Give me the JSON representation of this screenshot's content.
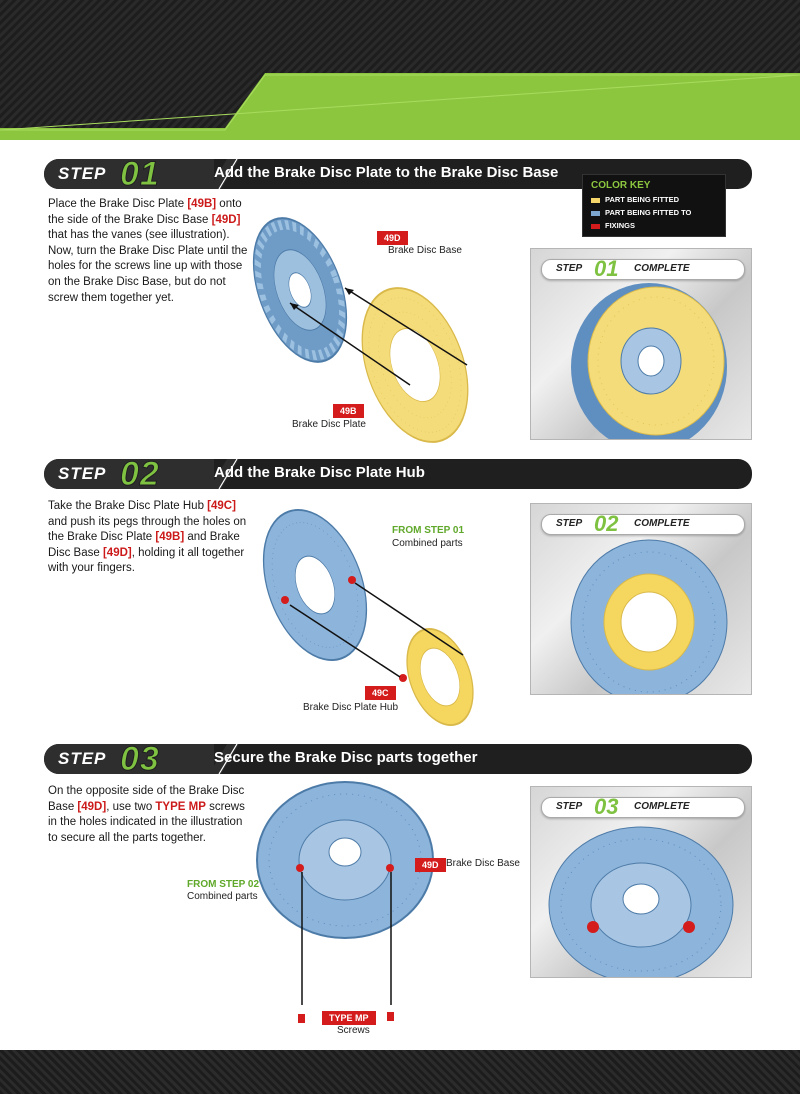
{
  "colors": {
    "accent_green": "#8cc63f",
    "red_tag": "#d41c1c",
    "part_fitted": "#f5d66a",
    "part_fitted_to": "#7da7cf",
    "fixings": "#d41c1c"
  },
  "color_key": {
    "title": "COLOR KEY",
    "items": [
      "PART BEING FITTED",
      "PART BEING FITTED TO",
      "FIXINGS"
    ]
  },
  "steps": [
    {
      "word": "STEP",
      "number": "01",
      "title": "Add the Brake Disc Plate to the Brake Disc Base",
      "desc": [
        {
          "t": "Place the Brake Disc Plate "
        },
        {
          "t": "[49B]",
          "red": true
        },
        {
          "t": " onto the side of the Brake Disc Base "
        },
        {
          "t": "[49D]",
          "red": true
        },
        {
          "t": " that has the vanes (see illustration). Now, turn the Brake Disc Plate until the holes for the screws line up with those on the Brake Disc Base, but do not screw them together yet."
        }
      ],
      "tags": [
        {
          "code": "49D",
          "label": "Brake Disc Base"
        },
        {
          "code": "49B",
          "label": "Brake Disc Plate"
        }
      ],
      "complete": {
        "step": "STEP",
        "number": "01",
        "word": "COMPLETE"
      }
    },
    {
      "word": "STEP",
      "number": "02",
      "title": "Add the Brake Disc Plate Hub",
      "desc": [
        {
          "t": "Take the Brake Disc Plate Hub "
        },
        {
          "t": "[49C]",
          "red": true
        },
        {
          "t": " and push its pegs through the holes on the Brake Disc Plate "
        },
        {
          "t": "[49B]",
          "red": true
        },
        {
          "t": " and Brake Disc Base "
        },
        {
          "t": "[49D]",
          "red": true
        },
        {
          "t": ", holding it all together with your fingers."
        }
      ],
      "from": {
        "title": "FROM STEP 01",
        "label": "Combined parts"
      },
      "tags": [
        {
          "code": "49C",
          "label": "Brake Disc Plate Hub"
        }
      ],
      "complete": {
        "step": "STEP",
        "number": "02",
        "word": "COMPLETE"
      }
    },
    {
      "word": "STEP",
      "number": "03",
      "title": "Secure the Brake Disc parts together",
      "desc": [
        {
          "t": "On the opposite side of the Brake Disc Base "
        },
        {
          "t": "[49D]",
          "red": true
        },
        {
          "t": ", use two "
        },
        {
          "t": "TYPE MP",
          "red": true
        },
        {
          "t": " screws in the holes indicated in the illustration to secure all the parts together."
        }
      ],
      "from": {
        "title": "FROM STEP 02",
        "label": "Combined parts"
      },
      "tags": [
        {
          "code": "49D",
          "label": "Brake Disc Base"
        },
        {
          "code": "TYPE MP",
          "label": "Screws"
        }
      ],
      "complete": {
        "step": "STEP",
        "number": "03",
        "word": "COMPLETE"
      }
    }
  ]
}
